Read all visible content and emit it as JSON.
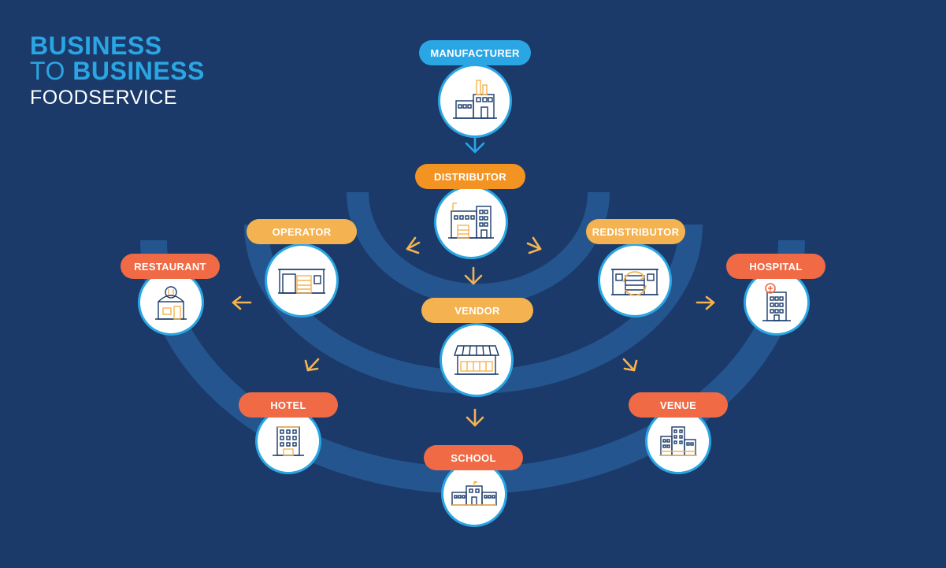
{
  "title": {
    "line1": "BUSINESS",
    "line2_prefix": "TO ",
    "line2_main": "BUSINESS",
    "line3": "FOODSERVICE"
  },
  "nodes": {
    "manufacturer": {
      "label": "MANUFACTURER",
      "color": "#2aa6e4",
      "icon": "factory-icon"
    },
    "distributor": {
      "label": "DISTRIBUTOR",
      "color": "#f39322",
      "icon": "warehouse-icon"
    },
    "operator": {
      "label": "OPERATOR",
      "color": "#f4b350",
      "icon": "garage-building-icon"
    },
    "redistributor": {
      "label": "REDISTRIBUTOR",
      "color": "#f4b350",
      "icon": "redistribution-center-icon"
    },
    "vendor": {
      "label": "VENDOR",
      "color": "#f4b350",
      "icon": "storefront-icon"
    },
    "restaurant": {
      "label": "RESTAURANT",
      "color": "#ef6a45",
      "icon": "restaurant-icon"
    },
    "hospital": {
      "label": "HOSPITAL",
      "color": "#ef6a45",
      "icon": "hospital-icon"
    },
    "hotel": {
      "label": "HOTEL",
      "color": "#ef6a45",
      "icon": "hotel-icon"
    },
    "venue": {
      "label": "VENUE",
      "color": "#ef6a45",
      "icon": "venue-buildings-icon"
    },
    "school": {
      "label": "SCHOOL",
      "color": "#ef6a45",
      "icon": "school-icon"
    }
  },
  "colors": {
    "background": "#1b3a6a",
    "arc": "#24558f",
    "arrow_blue": "#2aa6e4",
    "arrow_orange": "#f4b350",
    "circle_border": "#2aa6e4"
  }
}
